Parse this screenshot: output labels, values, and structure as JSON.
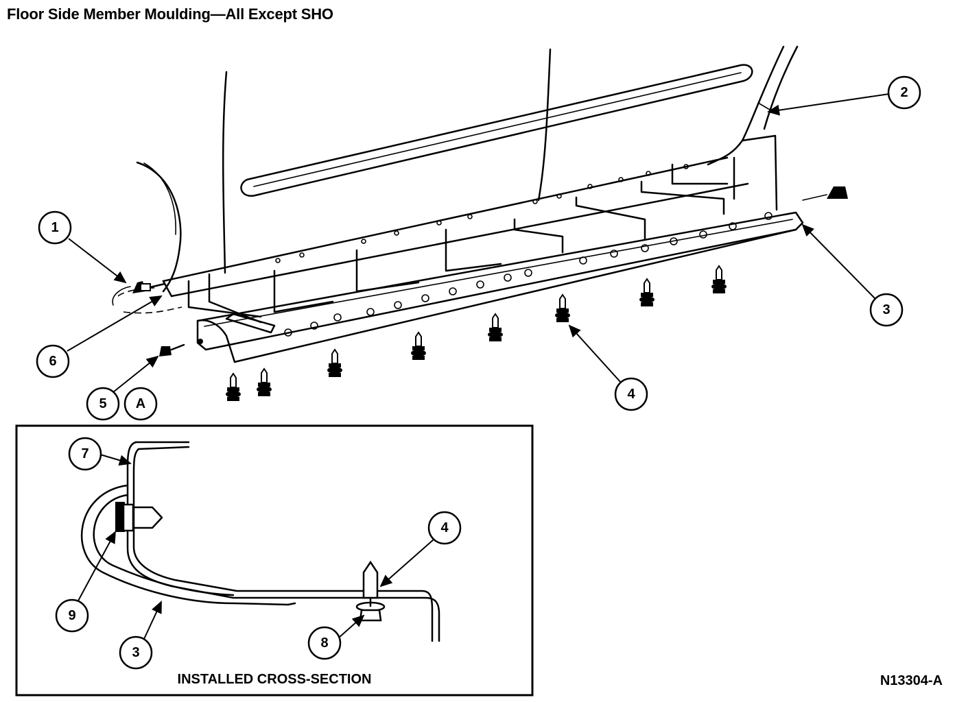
{
  "header": {
    "title": "Floor Side Member Moulding—All Except SHO"
  },
  "callouts": {
    "c1": "1",
    "c2": "2",
    "c3": "3",
    "c4": "4",
    "c5": "5",
    "cA": "A",
    "c6": "6",
    "inset_c7": "7",
    "inset_c4": "4",
    "inset_c9": "9",
    "inset_c3": "3",
    "inset_c8": "8"
  },
  "inset": {
    "caption": "INSTALLED CROSS-SECTION"
  },
  "footer": {
    "drawing_id": "N13304-A"
  }
}
